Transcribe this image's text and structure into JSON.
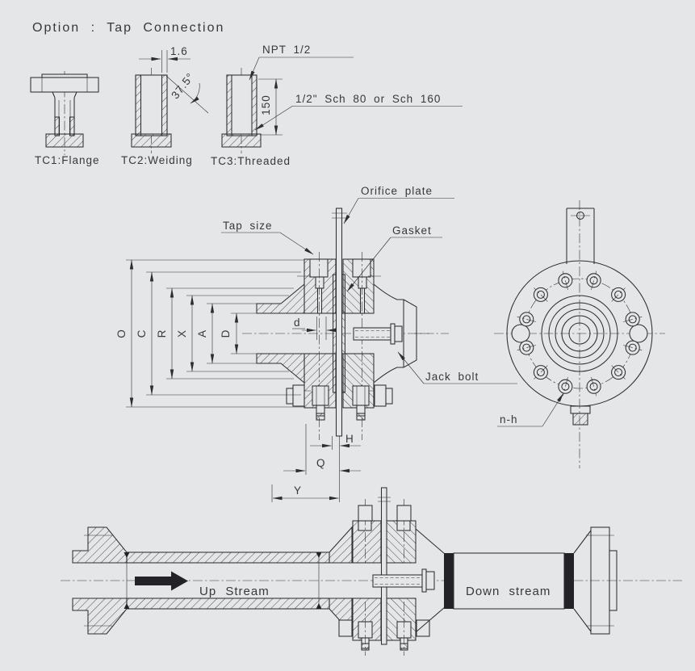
{
  "title": "Option : Tap Connection",
  "colors": {
    "background": "#e5e6e8",
    "ink": "#2e2e31",
    "text": "#38383b"
  },
  "tap_options": {
    "tc1_label": "TC1:Flange",
    "tc2_label": "TC2:Weiding",
    "tc3_label": "TC3:Threaded",
    "wall_dim": "1.6",
    "angle_dim": "37.5°",
    "npt_label": "NPT 1/2",
    "height_dim": "150",
    "sch_label": "1/2\" Sch 80 or Sch 160"
  },
  "section_view": {
    "orifice_plate_label": "Orifice plate",
    "tap_size_label": "Tap size",
    "gasket_label": "Gasket",
    "jack_bolt_label": "Jack bolt",
    "dim_letters": {
      "outer_diameter": "O",
      "bolt_circle": "C",
      "raised_face": "R",
      "hub": "X",
      "neck": "A",
      "bore": "D",
      "orifice_bore": "d",
      "plate_thickness": "H",
      "tap_distance": "Q",
      "flange_width": "Y"
    }
  },
  "front_view": {
    "bolt_count_label": "n-h"
  },
  "flow_view": {
    "upstream_label": "Up Stream",
    "downstream_label": "Down stream"
  }
}
